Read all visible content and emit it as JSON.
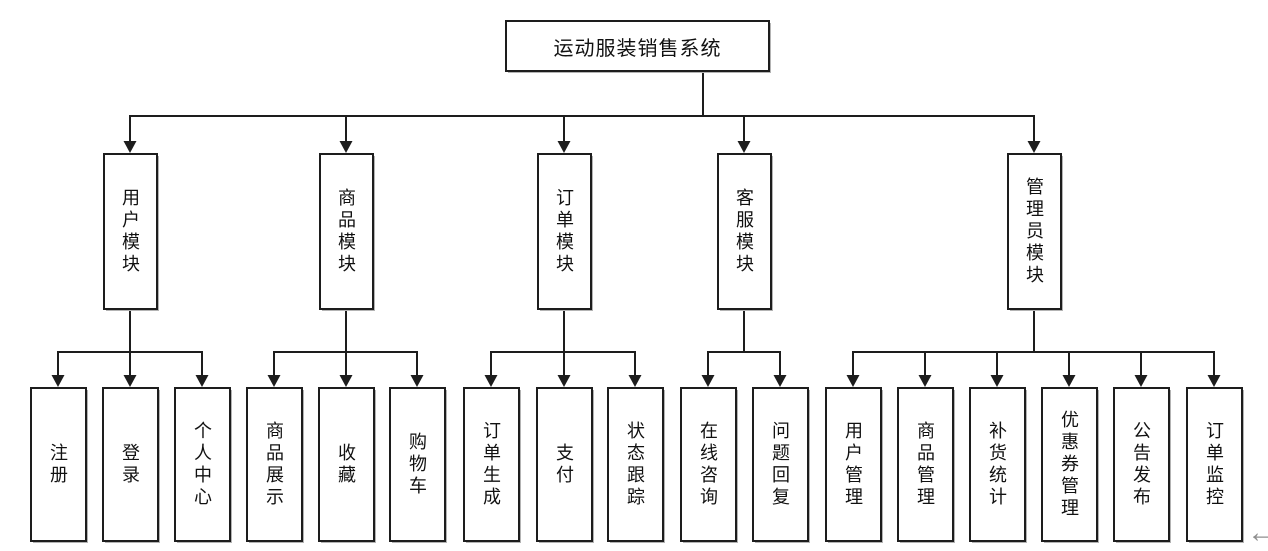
{
  "diagram": {
    "title": "system-structure-chart",
    "root_label": "运动服装销售系统",
    "modules": [
      {
        "label": "用户模块",
        "children": [
          "注册",
          "登录",
          "个人中心"
        ]
      },
      {
        "label": "商品模块",
        "children": [
          "商品展示",
          "收藏",
          "购物车"
        ]
      },
      {
        "label": "订单模块",
        "children": [
          "订单生成",
          "支付",
          "状态跟踪"
        ]
      },
      {
        "label": "客服模块",
        "children": [
          "在线咨询",
          "问题回复"
        ]
      },
      {
        "label": "管理员模块",
        "children": [
          "用户管理",
          "商品管理",
          "补货统计",
          "优惠券管理",
          "公告发布",
          "订单监控"
        ]
      }
    ],
    "corner_glyph": "←",
    "colors": {
      "line": "#1d1d1d",
      "box_border": "#1d1d1d",
      "box_fill": "#ffffff",
      "background": "#ffffff",
      "shadow": "#b3b3b3",
      "corner_glyph": "#8f8f8f"
    }
  }
}
